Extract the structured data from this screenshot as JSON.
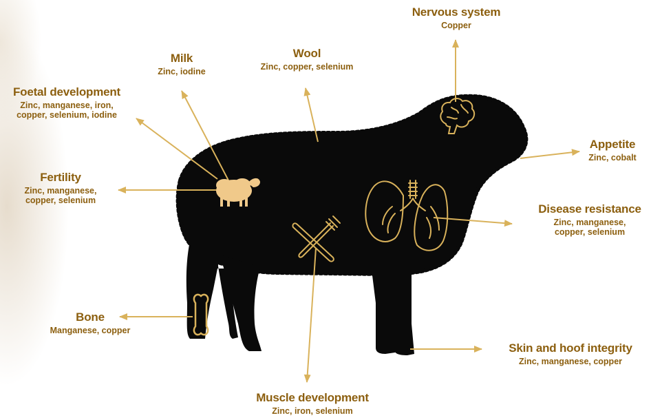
{
  "labels": {
    "nervous_system": {
      "title": "Nervous system",
      "sub": "Copper"
    },
    "milk": {
      "title": "Milk",
      "sub": "Zinc, iodine"
    },
    "wool": {
      "title": "Wool",
      "sub": "Zinc, copper, selenium"
    },
    "foetal": {
      "title": "Foetal development",
      "sub": "Zinc, manganese, iron,\ncopper, selenium, iodine"
    },
    "fertility": {
      "title": "Fertility",
      "sub": "Zinc, manganese,\ncopper, selenium"
    },
    "appetite": {
      "title": "Appetite",
      "sub": "Zinc, cobalt"
    },
    "disease": {
      "title": "Disease resistance",
      "sub": "Zinc, manganese,\ncopper, selenium"
    },
    "bone": {
      "title": "Bone",
      "sub": "Manganese, copper"
    },
    "skin": {
      "title": "Skin and hoof integrity",
      "sub": "Zinc, manganese, copper"
    },
    "muscle": {
      "title": "Muscle development",
      "sub": "Zinc, iron, selenium"
    }
  },
  "colors": {
    "text": "#8c5f0f",
    "accent": "#d9b25b",
    "sheep": "#0a0a0a",
    "icon_fill": "#f0c98a"
  },
  "icons": [
    "brain-icon",
    "lungs-icon",
    "knife-fork-icon",
    "bone-icon",
    "sheep-icon"
  ]
}
